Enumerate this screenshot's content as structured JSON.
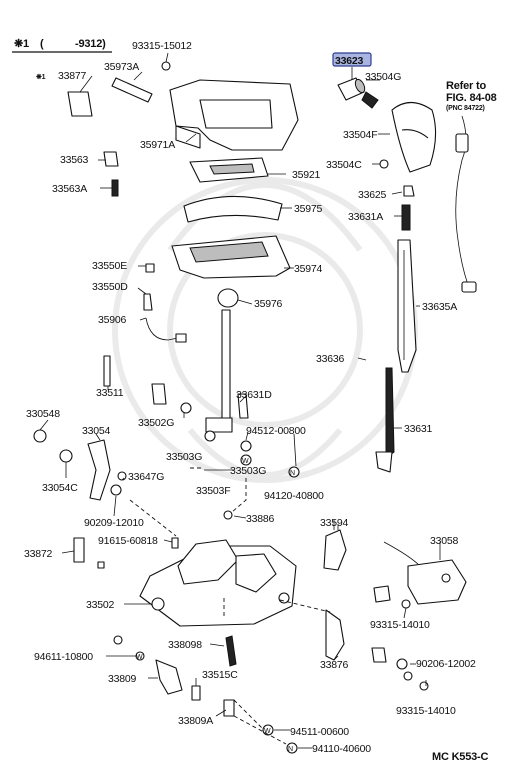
{
  "header": {
    "marker": "❋1",
    "range_open": "(",
    "range_value": "-9312)"
  },
  "reference": {
    "line1": "Refer to",
    "line2": "FIG. 84-08",
    "line3": "(PNC 84722)"
  },
  "highlighted_part": "33623",
  "footer_code": "MC K553-C",
  "parts": {
    "p93315_15012": "93315-15012",
    "p33877": "33877",
    "p33877_marker": "❋1",
    "p35973A": "35973A",
    "p33504G": "33504G",
    "p35971A": "35971A",
    "p33504F": "33504F",
    "p33563": "33563",
    "p33504C": "33504C",
    "p35921": "35921",
    "p33563A": "33563A",
    "p33625": "33625",
    "p35975": "35975",
    "p33631A": "33631A",
    "p33550E": "33550E",
    "p35974": "35974",
    "p33550D": "33550D",
    "p35976": "35976",
    "p33635A": "33635A",
    "p35906": "35906",
    "p33636": "33636",
    "p33511": "33511",
    "p33631D": "33631D",
    "p330548": "330548",
    "p33502G": "33502G",
    "p33631": "33631",
    "p33054": "33054",
    "p94512_00800": "94512-00800",
    "p33503G_a": "33503G",
    "p33503G_b": "33503G",
    "p33054C": "33054C",
    "p33647G": "33647G",
    "p33503F": "33503F",
    "p94120_40800": "94120-40800",
    "p90209_12010": "90209-12010",
    "p33886": "33886",
    "p33594": "33594",
    "p91615_60818": "91615-60818",
    "p33058": "33058",
    "p33872": "33872",
    "p33502": "33502",
    "p93315_14010_a": "93315-14010",
    "p338098": "338098",
    "p94611_10800": "94611-10800",
    "p33876": "33876",
    "p90206_12002": "90206-12002",
    "p33809": "33809",
    "p33515C": "33515C",
    "p93315_14010_b": "93315-14010",
    "p33809A": "33809A",
    "p94511_00600": "94511-00600",
    "p94110_40600": "94110-40600"
  }
}
